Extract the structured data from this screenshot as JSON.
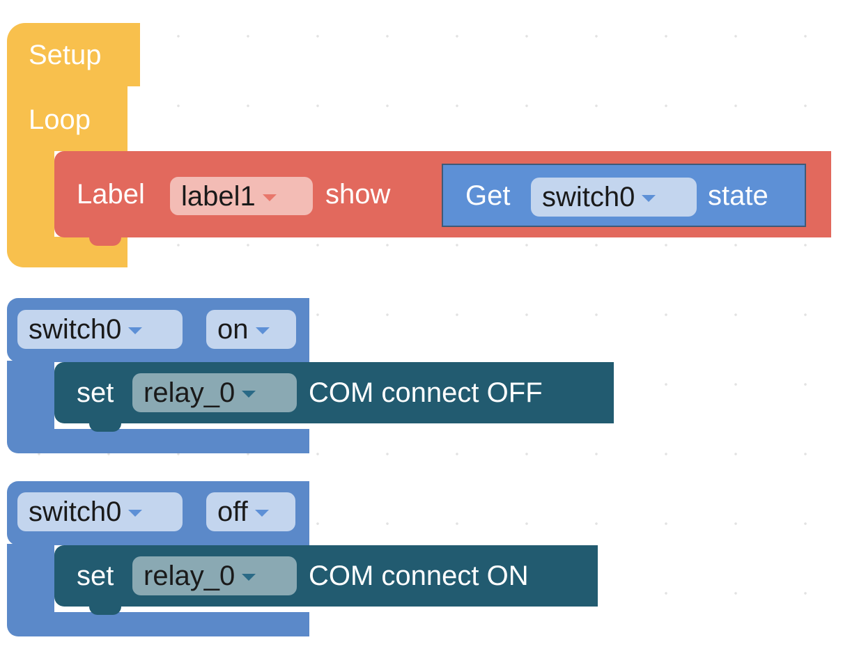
{
  "colors": {
    "setup_loop": "#f8c04d",
    "label_block": "#e2695d",
    "get_block": "#5d90d6",
    "event_block": "#5b89c9",
    "set_block": "#225b70"
  },
  "setup_block": {
    "setup_label": "Setup",
    "loop_label": "Loop"
  },
  "label_show_block": {
    "label_text": "Label",
    "label_dropdown": "label1",
    "show_text": "show",
    "get_block": {
      "get_text": "Get",
      "switch_dropdown": "switch0",
      "state_text": "state"
    }
  },
  "events": [
    {
      "switch_dropdown": "switch0",
      "state_dropdown": "on",
      "action": {
        "set_text": "set",
        "relay_dropdown": "relay_0",
        "command_text": "COM connect OFF"
      }
    },
    {
      "switch_dropdown": "switch0",
      "state_dropdown": "off",
      "action": {
        "set_text": "set",
        "relay_dropdown": "relay_0",
        "command_text": "COM connect ON"
      }
    }
  ],
  "icons": {
    "dropdown": "chevron-down-icon"
  }
}
